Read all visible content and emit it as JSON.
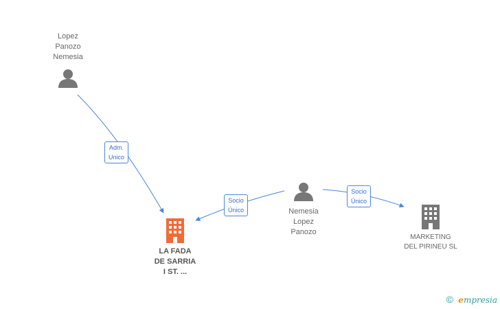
{
  "people": [
    {
      "id": "p1",
      "name_lines": [
        "Lopez",
        "Panozo",
        "Nemesia"
      ]
    },
    {
      "id": "p2",
      "name_lines": [
        "Nemesia",
        "Lopez",
        "Panozo"
      ]
    }
  ],
  "companies": [
    {
      "id": "c1",
      "name_lines": [
        "LA FADA",
        "DE SARRIA",
        "I ST. ..."
      ],
      "color": "#f26a36"
    },
    {
      "id": "c2",
      "name_lines": [
        "MARKETING",
        "DEL PIRINEU SL"
      ],
      "color": "#777777"
    }
  ],
  "relations": [
    {
      "from": "p1",
      "to": "c1",
      "label_lines": [
        "Adm.",
        "Unico"
      ]
    },
    {
      "from": "p2",
      "to": "c1",
      "label_lines": [
        "Socio",
        "Único"
      ]
    },
    {
      "from": "p2",
      "to": "c2",
      "label_lines": [
        "Socio",
        "Único"
      ]
    }
  ],
  "colors": {
    "edge": "#4a86d8",
    "person_icon": "#777777"
  },
  "footer": {
    "copyright_symbol": "©",
    "brand_initial": "e",
    "brand_rest": "mpresia"
  }
}
